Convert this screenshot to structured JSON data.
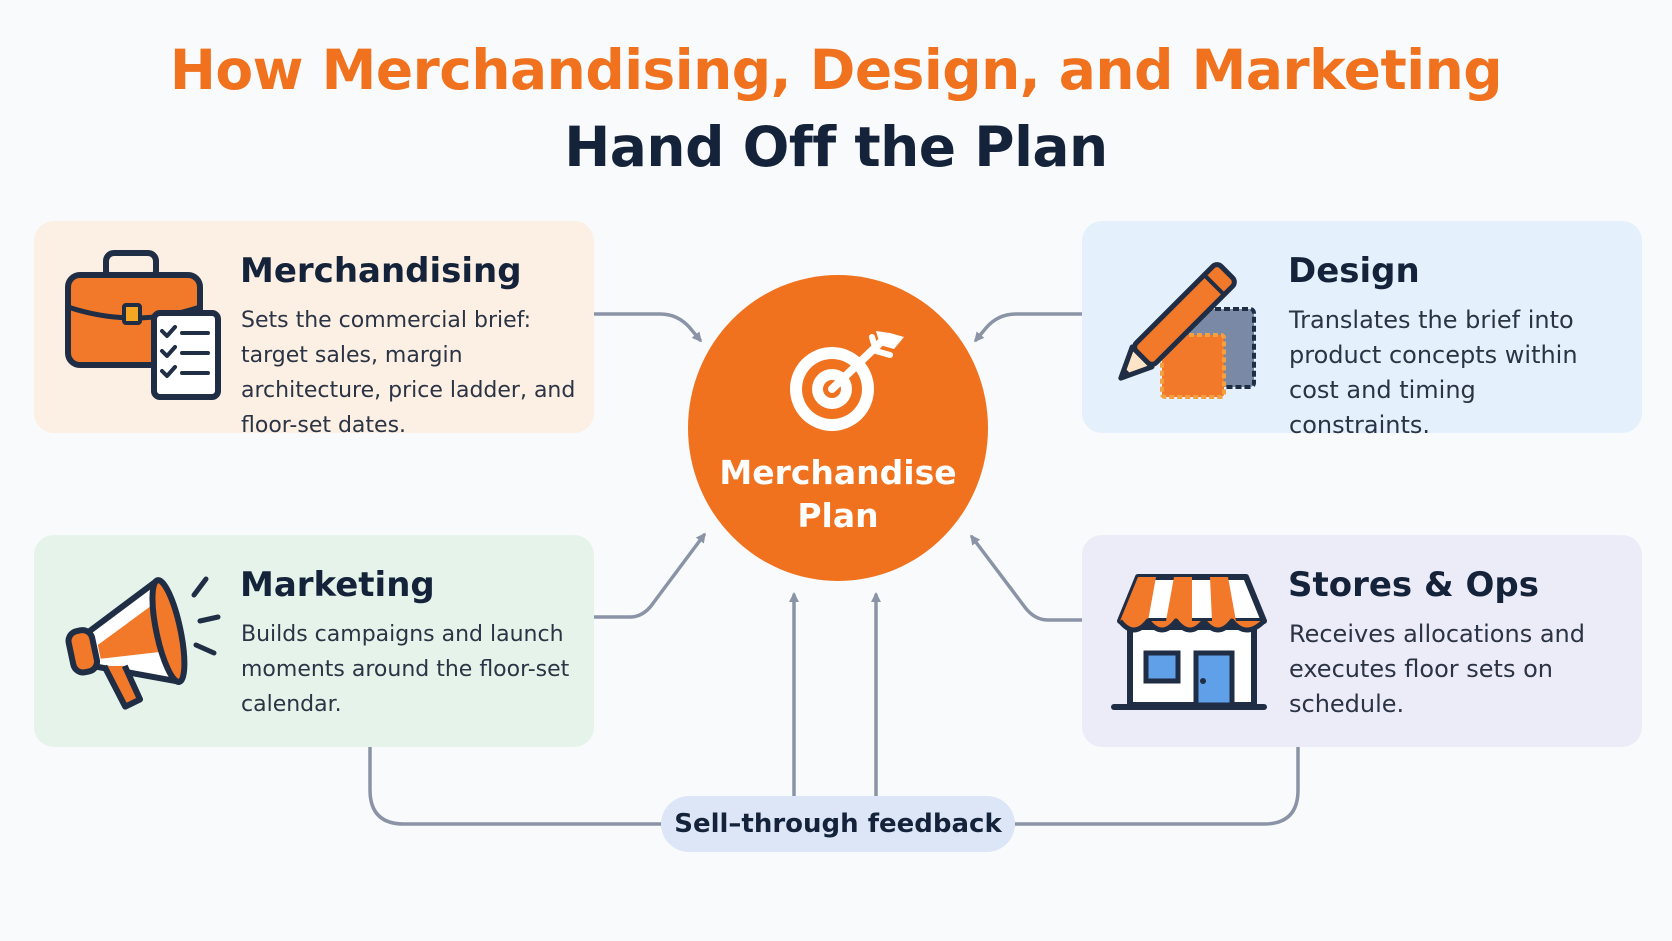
{
  "title": {
    "line1": "How Merchandising, Design, and Marketing",
    "line2": "Hand Off the Plan"
  },
  "hub": {
    "label": "Merchandise\nPlan",
    "icon": "target-arrow-icon",
    "color": "#f0721e"
  },
  "teams": {
    "merchandising": {
      "title": "Merchandising",
      "description": "Sets the commercial brief: target sales, margin architecture, price ladder, and floor-set dates.",
      "icon": "briefcase-checklist-icon",
      "background": "#fcefe3"
    },
    "design": {
      "title": "Design",
      "description": "Translates the brief into product concepts within cost and timing constraints.",
      "icon": "pencil-swatches-icon",
      "background": "#e4f0fb"
    },
    "marketing": {
      "title": "Marketing",
      "description": "Builds campaigns and launch moments around the floor-set calendar.",
      "icon": "megaphone-icon",
      "background": "#e6f3ea"
    },
    "stores": {
      "title": "Stores & Ops",
      "description": "Receives allocations and executes floor sets on schedule.",
      "icon": "storefront-icon",
      "background": "#ecebf8"
    }
  },
  "feedback": {
    "label": "Sell–through feedback"
  },
  "colors": {
    "accent": "#f0721e",
    "navy": "#14233a",
    "connector": "#8a94a6"
  }
}
